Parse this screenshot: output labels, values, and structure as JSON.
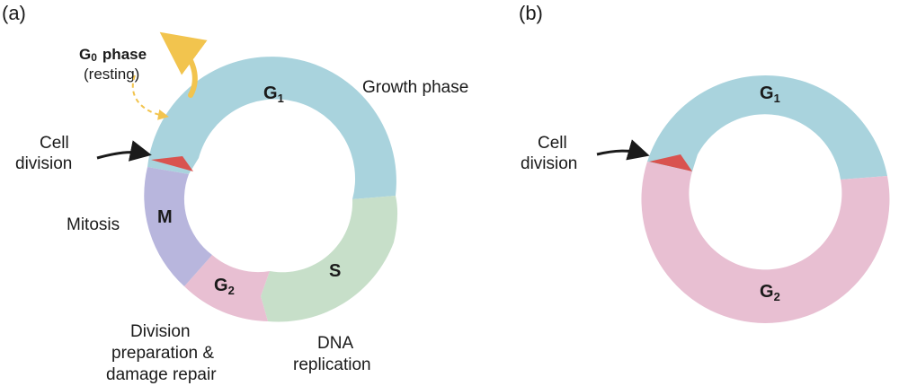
{
  "panel_a": {
    "label": "(a)",
    "g0": {
      "main": "G",
      "sub": "0",
      "word": "phase",
      "resting": "(resting)"
    },
    "growth_phase": "Growth phase",
    "cell_division": [
      "Cell",
      "division"
    ],
    "mitosis": "Mitosis",
    "division_prep": [
      "Division",
      "preparation &",
      "damage repair"
    ],
    "dna_replication": [
      "DNA",
      "replication"
    ],
    "phases": {
      "g1": {
        "main": "G",
        "sub": "1"
      },
      "s": "S",
      "g2": {
        "main": "G",
        "sub": "2"
      },
      "m": "M"
    }
  },
  "panel_b": {
    "label": "(b)",
    "cell_division": [
      "Cell",
      "division"
    ],
    "phases": {
      "g1": {
        "main": "G",
        "sub": "1"
      },
      "g2": {
        "main": "G",
        "sub": "2"
      }
    }
  },
  "colors": {
    "g1": "#a9d3dd",
    "s": "#c7dfc9",
    "g2": "#e8bfd2",
    "m": "#b8b6dd",
    "division_marker": "#d9534f",
    "g0_arrow": "#f2c44e",
    "arrow": "#1a1a1a"
  }
}
